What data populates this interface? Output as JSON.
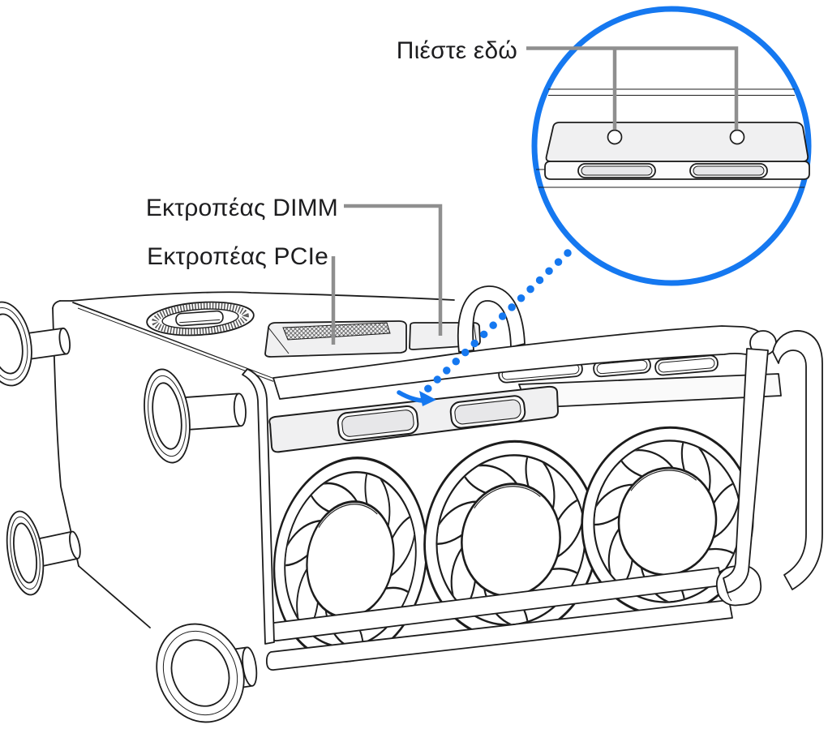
{
  "labels": {
    "press_here": "Πιέστε εδώ",
    "dimm": "Εκτροπέας DIMM",
    "pcie": "Εκτροπέας PCIe"
  },
  "colors": {
    "accent_blue": "#1578f0",
    "leader_gray": "#8f8f8f",
    "line": "#1c1c1c",
    "panel_gray": "#f0f0f1",
    "slot_gray": "#e7e7e9",
    "text": "#1d1d1f",
    "bg": "#ffffff"
  }
}
